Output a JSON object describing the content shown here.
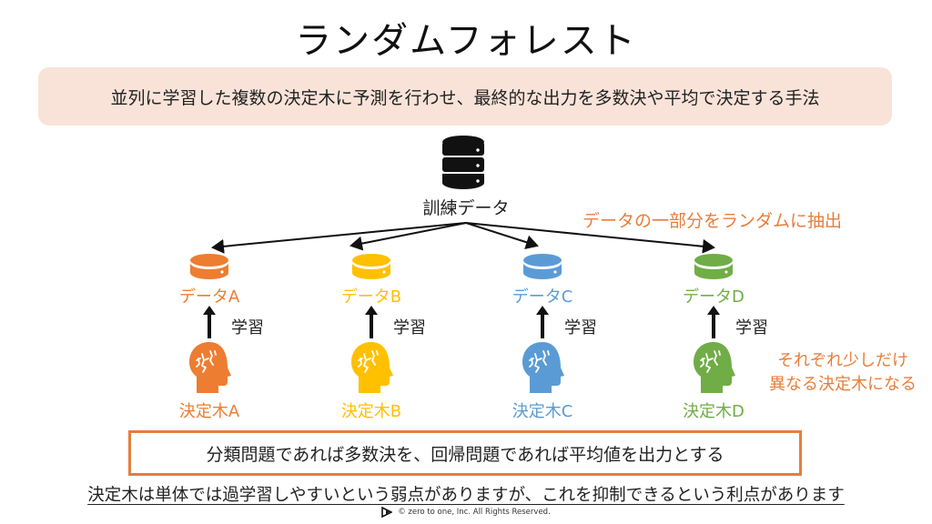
{
  "title": "ランダムフォレスト",
  "summary": "並列に学習した複数の決定木に予測を行わせ、最終的な出力を多数決や平均で決定する手法",
  "root": {
    "label": "訓練データ",
    "icon": "database-icon"
  },
  "sampling_note": "データの一部分をランダムに抽出",
  "learn_label": "学習",
  "colors": {
    "summary_bg": "#f9e3d9",
    "note": "#e67e3c",
    "box_border": "#e67e3c",
    "text": "#222222"
  },
  "columns": [
    {
      "data_label": "データA",
      "tree_label": "決定木A",
      "color": "#ed7d31"
    },
    {
      "data_label": "データB",
      "tree_label": "決定木B",
      "color": "#ffc000"
    },
    {
      "data_label": "データC",
      "tree_label": "決定木C",
      "color": "#5b9bd5"
    },
    {
      "data_label": "データD",
      "tree_label": "決定木D",
      "color": "#70ad47"
    }
  ],
  "diff_note": [
    "それぞれ少しだけ",
    "異なる決定木になる"
  ],
  "output_rule": "分類問題であれば多数決を、回帰問題であれば平均値を出力とする",
  "advantage": "決定木は単体では過学習しやすいという弱点がありますが、これを抑制できるという利点があります",
  "footer": {
    "copyright": "©  zero to one, Inc. All Rights Reserved."
  }
}
